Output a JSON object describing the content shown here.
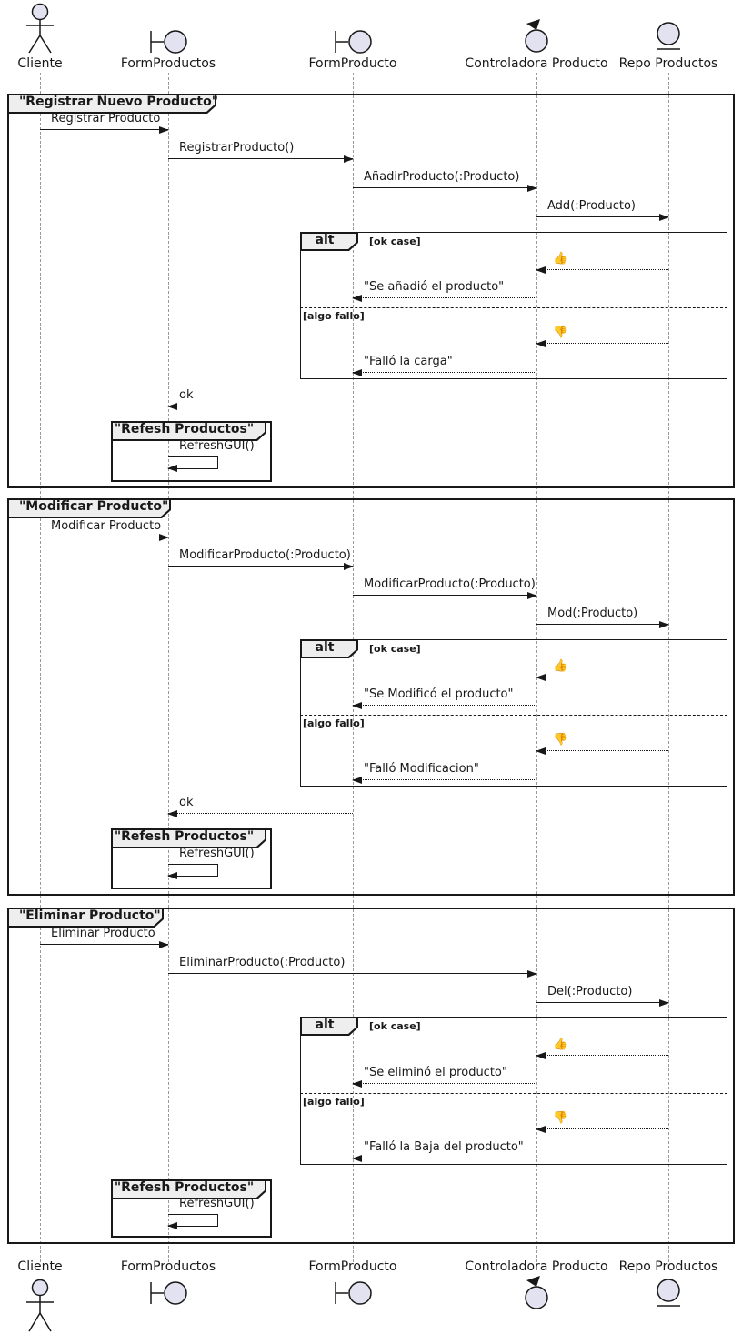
{
  "colors": {
    "background": "#FFFFFF",
    "border": "#181818",
    "tab_fill": "#EEEEEE",
    "shape_fill": "#E2E2F0",
    "lifeline": "#999999"
  },
  "participants": [
    {
      "label": "Cliente",
      "type": "actor"
    },
    {
      "label": "FormProductos",
      "type": "boundary"
    },
    {
      "label": "FormProducto",
      "type": "boundary"
    },
    {
      "label": "Controladora Producto",
      "type": "control"
    },
    {
      "label": "Repo Productos",
      "type": "entity"
    }
  ],
  "frames": [
    {
      "title": "\"Registrar Nuevo Producto\"",
      "alt": {
        "operator": "alt",
        "guard_ok": "[ok case]",
        "guard_fail": "[algo fallo]"
      },
      "messages": [
        "Registrar Producto",
        "RegistrarProducto()",
        "AñadirProducto(:Producto)",
        "Add(:Producto)",
        "👍",
        "\"Se añadió el producto\"",
        "👎",
        "\"Falló la carga\"",
        "ok"
      ],
      "group": {
        "title": "\"Refesh Productos\"",
        "message": "RefreshGUI()"
      }
    },
    {
      "title": "\"Modificar Producto\"",
      "alt": {
        "operator": "alt",
        "guard_ok": "[ok case]",
        "guard_fail": "[algo fallo]"
      },
      "messages": [
        "Modificar Producto",
        "ModificarProducto(:Producto)",
        "ModificarProducto(:Producto)",
        "Mod(:Producto)",
        "👍",
        "\"Se Modificó el producto\"",
        "👎",
        "\"Falló Modificacion\"",
        "ok"
      ],
      "group": {
        "title": "\"Refesh Productos\"",
        "message": "RefreshGUI()"
      }
    },
    {
      "title": "\"Eliminar Producto\"",
      "alt": {
        "operator": "alt",
        "guard_ok": "[ok case]",
        "guard_fail": "[algo fallo]"
      },
      "messages": [
        "Eliminar Producto",
        "EliminarProducto(:Producto)",
        "Del(:Producto)",
        "👍",
        "\"Se eliminó el producto\"",
        "👎",
        "\"Falló la Baja del producto\""
      ],
      "group": {
        "title": "\"Refesh Productos\"",
        "message": "RefreshGUI()"
      }
    }
  ]
}
